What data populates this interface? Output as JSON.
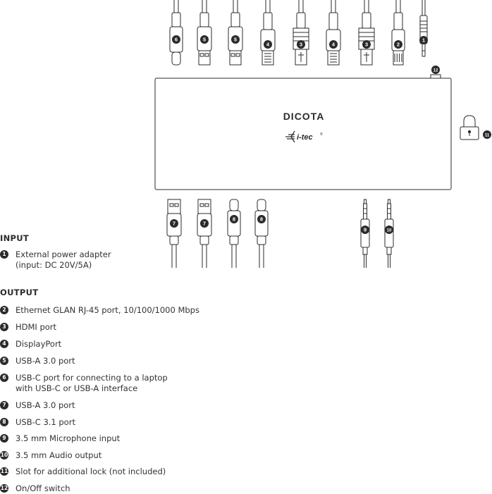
{
  "brand": {
    "primary": "DICOTA",
    "secondary": "i-tec",
    "mark": "®"
  },
  "sections": {
    "input": "INPUT",
    "output": "OUTPUT"
  },
  "legend": [
    {
      "num": "1",
      "text": "External power adapter\n(input: DC 20V/5A)"
    },
    {
      "num": "2",
      "text": "Ethernet GLAN RJ-45 port, 10/100/1000 Mbps"
    },
    {
      "num": "3",
      "text": "HDMI port"
    },
    {
      "num": "4",
      "text": "DisplayPort"
    },
    {
      "num": "5",
      "text": "USB-A 3.0 port"
    },
    {
      "num": "6",
      "text": "USB-C port for connecting to a laptop\nwith USB-C or USB-A interface"
    },
    {
      "num": "7",
      "text": "USB-A 3.0 port"
    },
    {
      "num": "8",
      "text": "USB-C 3.1 port"
    },
    {
      "num": "9",
      "text": "3.5 mm Microphone input"
    },
    {
      "num": "10",
      "text": "3.5 mm Audio output"
    },
    {
      "num": "11",
      "text": "Slot for additional lock (not included)"
    },
    {
      "num": "12",
      "text": "On/Off switch"
    }
  ],
  "top_connectors": [
    {
      "num": "6",
      "kind": "usbc"
    },
    {
      "num": "5",
      "kind": "usba"
    },
    {
      "num": "5",
      "kind": "usba"
    },
    {
      "num": "4",
      "kind": "dp"
    },
    {
      "num": "3",
      "kind": "hdmi"
    },
    {
      "num": "4",
      "kind": "dp"
    },
    {
      "num": "3",
      "kind": "hdmi"
    },
    {
      "num": "2",
      "kind": "rj45"
    },
    {
      "num": "1",
      "kind": "dc"
    }
  ],
  "bottom_connectors": [
    {
      "num": "7",
      "kind": "usba"
    },
    {
      "num": "7",
      "kind": "usba"
    },
    {
      "num": "8",
      "kind": "usbc"
    },
    {
      "num": "8",
      "kind": "usbc"
    },
    {
      "num": "9",
      "kind": "jack"
    },
    {
      "num": "10",
      "kind": "jack"
    }
  ],
  "side_items": {
    "lock": "11",
    "switch": "12"
  },
  "colors": {
    "line": "#2b2b2b",
    "badge": "#2b2b2b",
    "badge_text": "#ffffff",
    "background": "#ffffff"
  }
}
